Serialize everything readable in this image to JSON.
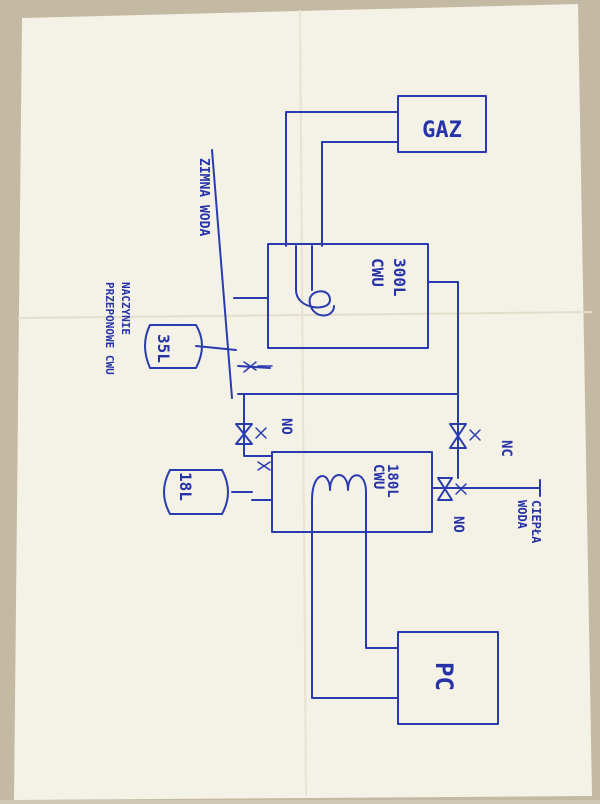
{
  "colors": {
    "paper": "#f4f1e6",
    "ink": "#2a3bb0",
    "table": "#c4b9a2"
  },
  "labels": {
    "gas": "GAZ",
    "tank_large_name": "CWU",
    "tank_large_volume": "300L",
    "tank_small_name": "CWU",
    "tank_small_volume": "180L",
    "heat_pump": "PC",
    "cold_water": "ZIMNA WODA",
    "hot_water_line1": "CIEPŁA",
    "hot_water_line2": "WODA",
    "exp_vessel_large": "35L",
    "exp_vessel_small": "18L",
    "vessel_note_line1": "NACZYNIE",
    "vessel_note_line2": "PRZEPONOWE CWU",
    "valve_nc": "NC",
    "valve_no_top": "NO",
    "valve_no_bottom": "NO"
  }
}
